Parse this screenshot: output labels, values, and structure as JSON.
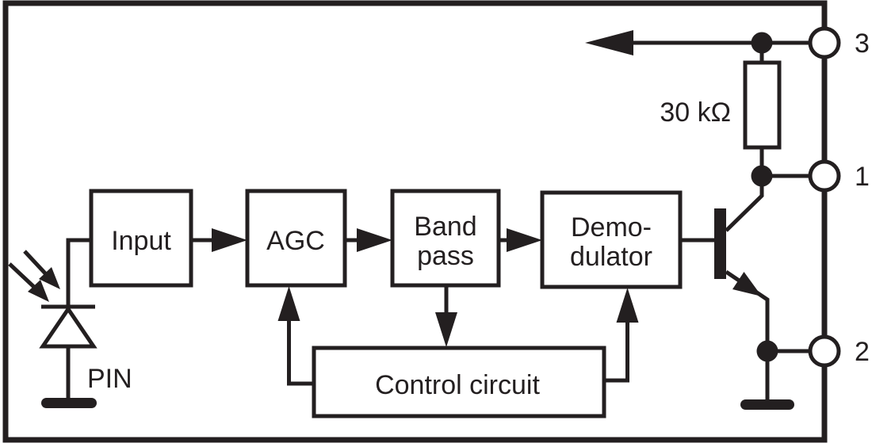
{
  "colors": {
    "ink": "#231f20",
    "paper": "#ffffff"
  },
  "figure": {
    "type": "circuit-block-diagram",
    "description": "IR receiver module internal block diagram with PIN photodiode, signal chain, control circuit and open-collector output transistor",
    "blocks": {
      "input": "Input",
      "agc": "AGC",
      "bandpass_line1": "Band",
      "bandpass_line2": "pass",
      "demodulator_line1": "Demo-",
      "demodulator_line2": "dulator",
      "control": "Control circuit"
    },
    "labels": {
      "photodiode": "PIN",
      "resistor": "30 kΩ",
      "pin_top": "3",
      "pin_middle": "1",
      "pin_bottom": "2"
    },
    "connections": [
      "PIN photodiode -> Input",
      "Input -> AGC",
      "AGC -> Band pass",
      "Band pass -> Demodulator",
      "Band pass -> Control circuit",
      "Control circuit -> AGC",
      "Control circuit -> Demodulator",
      "Demodulator -> output transistor base",
      "30 kΩ resistor between pin 3 rail and pin 1 (collector)",
      "Output line with left arrow from pin 3 rail",
      "Transistor emitter -> ground and pin 2"
    ]
  }
}
